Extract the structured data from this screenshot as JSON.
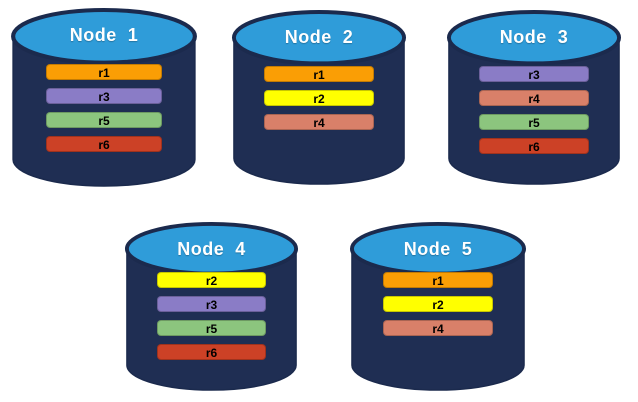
{
  "colors": {
    "cylinder_body": "#1F2E53",
    "cylinder_top": "#2F9CD9",
    "cylinder_outline": "#1B2A4D",
    "title_text": "#FFFFFF",
    "bar_text": "#000000",
    "records": {
      "r1": "#FA9E05",
      "r2": "#FFFF00",
      "r3": "#8A7CC6",
      "r4": "#D98069",
      "r5": "#8CC57E",
      "r6": "#CC4126"
    }
  },
  "nodes": [
    {
      "title": "Node  1",
      "records": [
        "r1",
        "r3",
        "r5",
        "r6"
      ]
    },
    {
      "title": "Node  2",
      "records": [
        "r1",
        "r2",
        "r4"
      ]
    },
    {
      "title": "Node  3",
      "records": [
        "r3",
        "r4",
        "r5",
        "r6"
      ]
    },
    {
      "title": "Node  4",
      "records": [
        "r2",
        "r3",
        "r5",
        "r6"
      ]
    },
    {
      "title": "Node  5",
      "records": [
        "r1",
        "r2",
        "r4"
      ]
    }
  ]
}
